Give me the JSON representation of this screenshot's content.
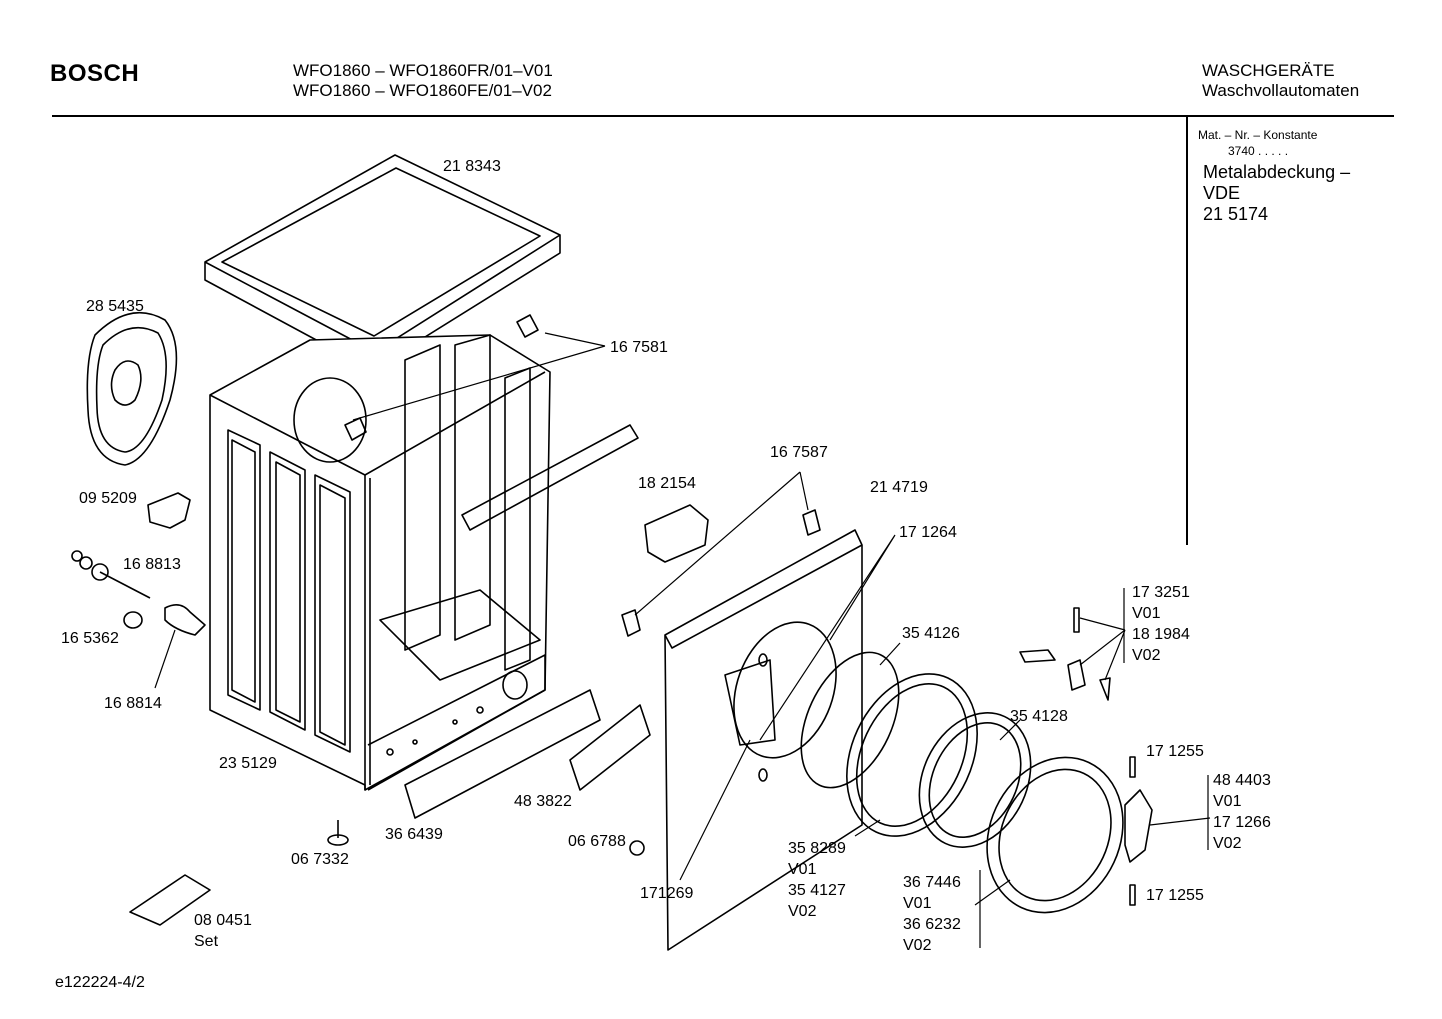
{
  "header": {
    "brand": "BOSCH",
    "model_line_1": "WFO1860 – WFO1860FR/01–V01",
    "model_line_2": "WFO1860 – WFO1860FE/01–V02",
    "category": "WASCHGERÄTE",
    "subcategory": "Waschvollautomaten"
  },
  "side_panel": {
    "mat_label": "Mat. – Nr. – Konstante",
    "mat_value": "3740   .   .   .   .   .",
    "desc_1": "Metalabdeckung –",
    "desc_2": "VDE",
    "desc_3": "21 5174"
  },
  "parts": [
    {
      "id": "p218343",
      "text": "21 8343"
    },
    {
      "id": "p285435",
      "text": "28 5435"
    },
    {
      "id": "p167581",
      "text": "16 7581"
    },
    {
      "id": "p167587",
      "text": "16 7587"
    },
    {
      "id": "p182154",
      "text": "18 2154"
    },
    {
      "id": "p214719",
      "text": "21 4719"
    },
    {
      "id": "p095209",
      "text": "09 5209"
    },
    {
      "id": "p171264",
      "text": "17 1264"
    },
    {
      "id": "p168813",
      "text": "16 8813"
    },
    {
      "id": "p165362",
      "text": "16 5362"
    },
    {
      "id": "p354126",
      "text": "35 4126"
    },
    {
      "id": "p168814",
      "text": "16 8814"
    },
    {
      "id": "p354128",
      "text": "35 4128"
    },
    {
      "id": "p235129",
      "text": "23 5129"
    },
    {
      "id": "p171255a",
      "text": "17 1255"
    },
    {
      "id": "p483822",
      "text": "48 3822"
    },
    {
      "id": "p366439",
      "text": "36 6439"
    },
    {
      "id": "p066788",
      "text": "06 6788"
    },
    {
      "id": "p067332",
      "text": "06 7332"
    },
    {
      "id": "p171269",
      "text": "171269"
    },
    {
      "id": "p171255b",
      "text": "17 1255"
    },
    {
      "id": "p080451",
      "text": "08 0451"
    },
    {
      "id": "p080451set",
      "text": "Set"
    }
  ],
  "groups": {
    "g1": [
      "17 3251",
      "V01",
      "18 1984",
      "V02"
    ],
    "g2": [
      "48 4403",
      "V01",
      "17 1266",
      "V02"
    ],
    "g3": [
      "35 8289",
      "V01",
      "35 4127",
      "V02"
    ],
    "g4": [
      "36 7446",
      "V01",
      "36 6232",
      "V02"
    ]
  },
  "footer": {
    "code": "e122224-4/2"
  }
}
